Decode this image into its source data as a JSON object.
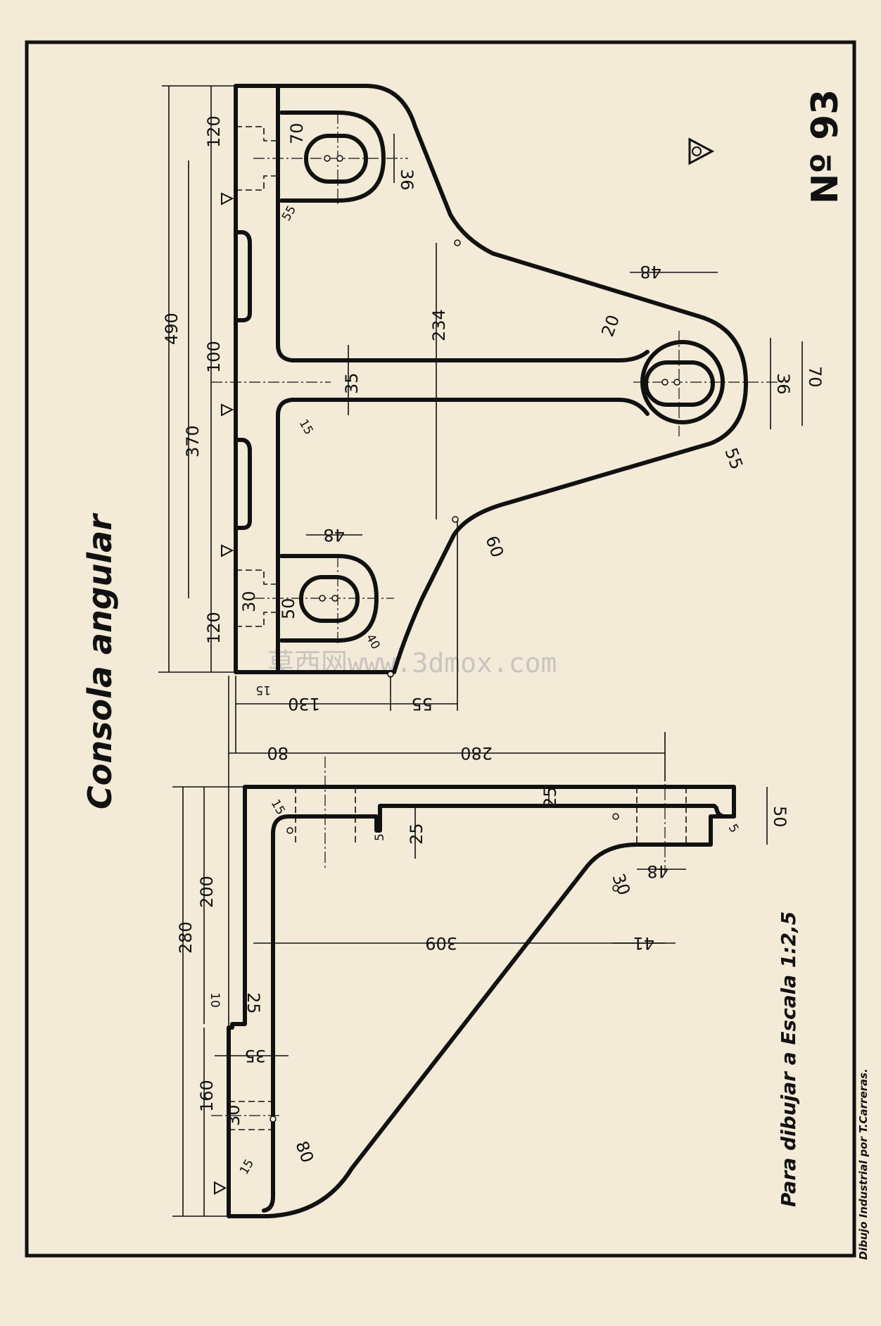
{
  "title": "Consola angular",
  "plate_number": "Nº 93",
  "scale_note": "Para dibujar a Escala 1:2,5",
  "credit": "Dibujo Industrial por T.Carreras.",
  "watermark": "莫西网www.3dmox.com",
  "top_view": {
    "dimensions": [
      "490",
      "120",
      "100",
      "120",
      "370",
      "234",
      "35",
      "70",
      "36",
      "55",
      "48",
      "20",
      "36",
      "70",
      "55",
      "15",
      "48",
      "50",
      "30",
      "40",
      "60",
      "15",
      "130",
      "55"
    ]
  },
  "side_view": {
    "dimensions": [
      "80",
      "280",
      "280",
      "200",
      "160",
      "15",
      "25",
      "5",
      "25",
      "50",
      "5",
      "30",
      "48",
      "309",
      "41",
      "10",
      "25",
      "35",
      "30",
      "80",
      "15"
    ]
  }
}
